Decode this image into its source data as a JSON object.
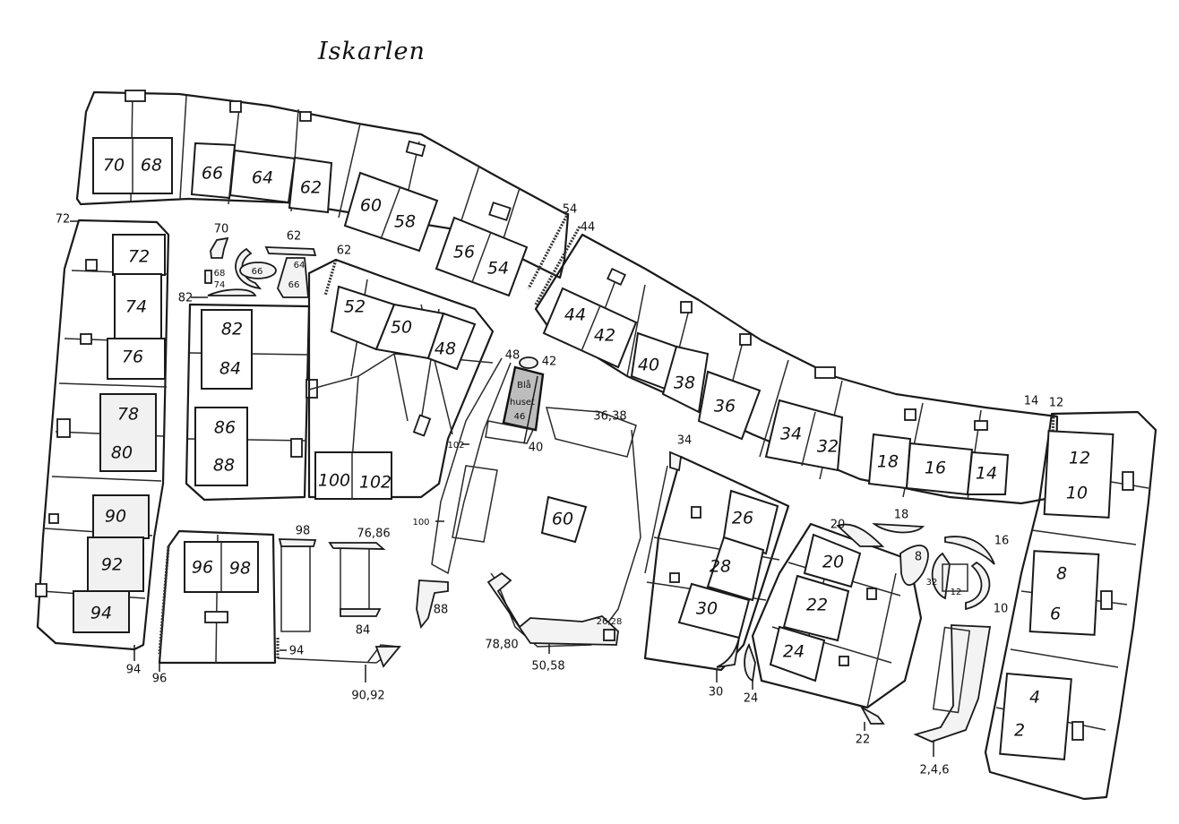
{
  "map": {
    "title": "Iskarlen",
    "houses": {
      "h70": "70",
      "h68": "68",
      "h66": "66",
      "h64": "64",
      "h62": "62",
      "h60": "60",
      "h58": "58",
      "h56": "56",
      "h54": "54",
      "h44": "44",
      "h42": "42",
      "h40": "40",
      "h38": "38",
      "h36": "36",
      "h34": "34",
      "h32": "32",
      "h18": "18",
      "h16": "16",
      "h14": "14",
      "h12": "12",
      "h10": "10",
      "h8": "8",
      "h6": "6",
      "h4": "4",
      "h2": "2",
      "h72": "72",
      "h74": "74",
      "h76": "76",
      "h78": "78",
      "h80": "80",
      "h82": "82",
      "h84": "84",
      "h86": "86",
      "h88": "88",
      "h90": "90",
      "h92": "92",
      "h94": "94",
      "h96": "96",
      "h98": "98",
      "h52": "52",
      "h50": "50",
      "h48": "48",
      "h100": "100",
      "h102": "102",
      "h60c": "60",
      "h26": "26",
      "h28": "28",
      "h30": "30",
      "h20": "20",
      "h22": "22",
      "h24": "24",
      "bla_line1": "Blå",
      "bla_line2": "huset",
      "bla_line3": "46"
    },
    "callouts": {
      "c72": "72",
      "c70": "70",
      "c68_74a": "68",
      "c68_74b": "74",
      "c82": "82",
      "c62a": "62",
      "c62b": "62",
      "c66": "66",
      "c64": "64",
      "c66b": "66",
      "c54": "54",
      "c44": "44",
      "c48": "48",
      "c42": "42",
      "c40": "40",
      "c36_38": "36,38",
      "c102": "102",
      "c100": "100",
      "c34": "34",
      "c14": "14",
      "c12": "12",
      "c18": "18",
      "c20": "20",
      "c8": "8",
      "c16": "16",
      "c32": "32",
      "c12b": "12",
      "c10": "10",
      "c98": "98",
      "c76_86": "76,86",
      "c84": "84",
      "c88": "88",
      "c94a": "94",
      "c94b": "94",
      "c96": "96",
      "c90_92": "90,92",
      "c78_80": "78,80",
      "c50_58": "50,58",
      "c26_28": "26,28",
      "c30": "30",
      "c24": "24",
      "c22": "22",
      "c2_4_6": "2,4,6"
    }
  }
}
